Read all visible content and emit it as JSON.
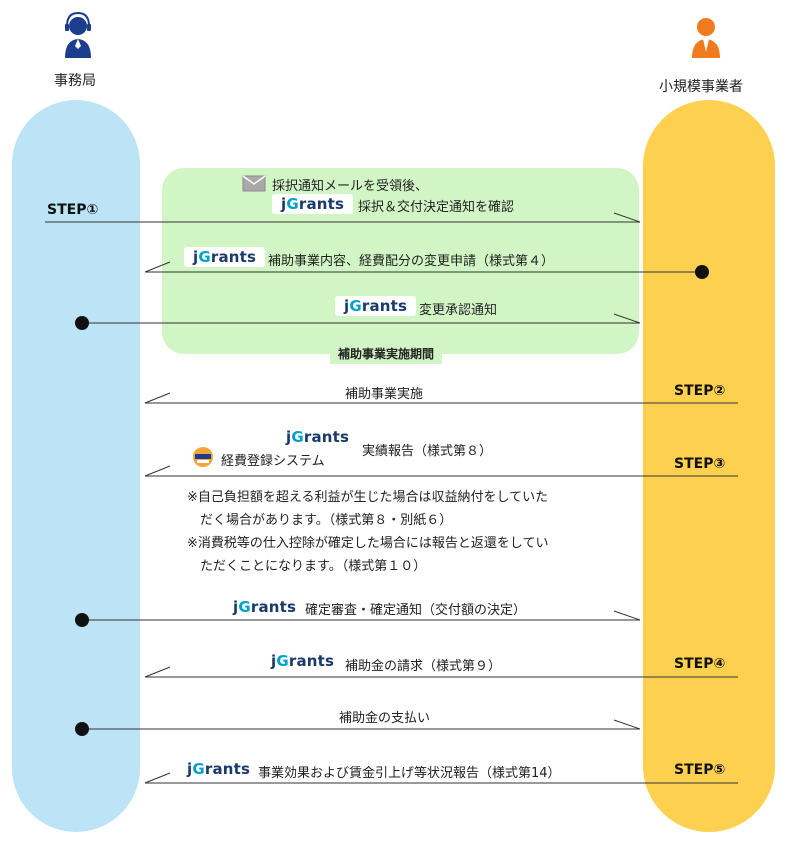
{
  "actors": {
    "left": {
      "label": "事務局"
    },
    "right": {
      "label": "小規模事業者"
    }
  },
  "colors": {
    "left_lane": "#bce3f6",
    "right_lane": "#fdd050",
    "period_box": "#d2f5c6",
    "left_icon": "#1c3c8c",
    "right_icon": "#f07b1e",
    "jgrants_g": "#00a1c8",
    "jgrants_text": "#1a3a6b"
  },
  "period": {
    "label": "補助事業実施期間"
  },
  "jgrants_logo": {
    "j": "j",
    "g": "G",
    "rest": "rants"
  },
  "steps": {
    "s1": "STEP①",
    "s2": "STEP②",
    "s3": "STEP③",
    "s4": "STEP④",
    "s5": "STEP⑤"
  },
  "messages": {
    "m1_line1": "採択通知メールを受領後、",
    "m1_line2": "採択＆交付決定通知を確認",
    "m2": "補助事業内容、経費配分の変更申請（様式第４）",
    "m3": "変更承認通知",
    "m4": "補助事業実施",
    "m5": "実績報告（様式第８）",
    "m5_system": "経費登録システム",
    "m6": "確定審査・確定通知（交付額の決定）",
    "m7": "補助金の請求（様式第９）",
    "m8": "補助金の支払い",
    "m9": "事業効果および賃金引上げ等状況報告（様式第14）"
  },
  "notes": [
    "※自己負担額を超える利益が生じた場合は収益納付をしていた",
    "　だく場合があります。（様式第８・別紙６）",
    "※消費税等の仕入控除が確定した場合には報告と返還をしてい",
    "　ただくことになります。（様式第１０）"
  ],
  "icons": {
    "left_actor": "person-headset-icon",
    "right_actor": "person-icon",
    "mail": "envelope-icon",
    "system": "expense-system-icon"
  }
}
